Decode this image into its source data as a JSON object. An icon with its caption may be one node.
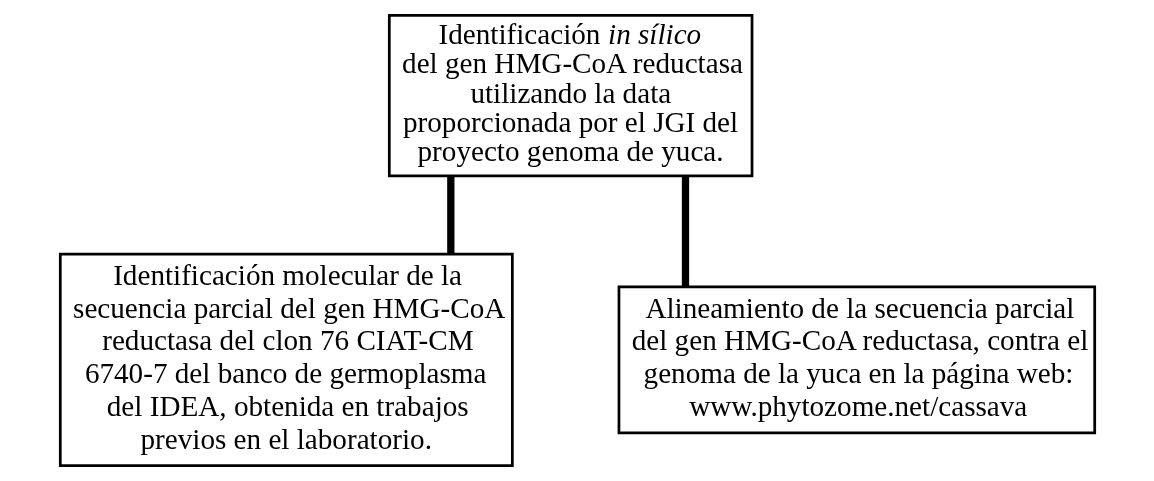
{
  "diagram": {
    "nodes": [
      {
        "text": [
          "Identificación *in sílico* del gen HMG-CoA reductasa utilizando la data proporcionada por el JGI del proyecto genoma de yuca."
        ]
      },
      {
        "text": [
          "Identificación molecular de la secuencia parcial del gen HMG-CoA reductasa del clon 76 CIAT-CM 6740-7 del banco de germoplasma del IDEA, obtenida en trabajos previos en el laboratorio."
        ]
      },
      {
        "text": [
          "Alineamiento de la secuencia parcial del gen HMG-CoA reductasa, contra el genoma de la yuca en la página web: www.phytozome.net/cassava"
        ]
      }
    ],
    "edges": [
      {
        "from": 0,
        "to": 1,
        "arrow": "none"
      },
      {
        "from": 0,
        "to": 2,
        "arrow": "none"
      }
    ]
  }
}
